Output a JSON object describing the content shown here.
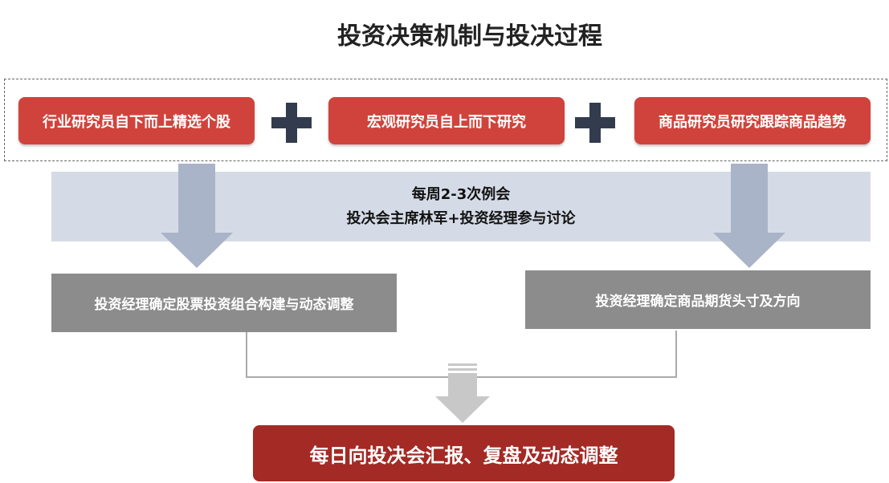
{
  "title": "投资决策机制与投决过程",
  "research": {
    "industry": "行业研究员自下而上精选个股",
    "macro": "宏观研究员自上而下研究",
    "commodity": "商品研究员研究跟踪商品趋势"
  },
  "meeting": {
    "line1": "每周2-3次例会",
    "line2": "投决会主席林军+投资经理参与讨论"
  },
  "decisions": {
    "stock": "投资经理确定股票投资组合构建与动态调整",
    "commodity": "投资经理确定商品期货头寸及方向"
  },
  "final": "每日向投决会汇报、复盘及动态调整",
  "colors": {
    "red": "#d0433c",
    "dark_red": "#a32a25",
    "plus": "#323c4e",
    "band": "#d5dbe6",
    "gray": "#8c8c8c",
    "arrow": "#a9b4c8"
  }
}
